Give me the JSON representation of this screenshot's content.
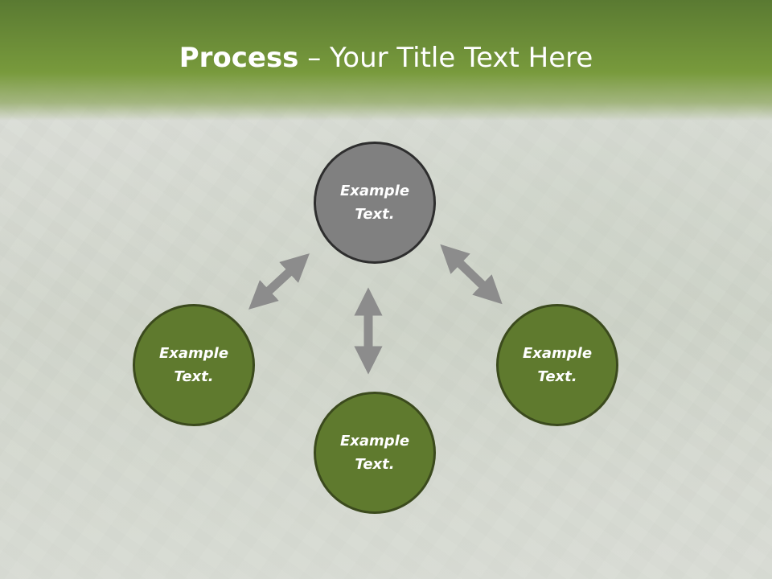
{
  "title": {
    "bold": "Process",
    "rest": " – Your Title Text Here"
  },
  "nodes": {
    "top": "Example Text.",
    "left": "Example Text.",
    "right": "Example Text.",
    "bottom": "Example Text."
  },
  "colors": {
    "title_band": "#6b8b34",
    "node_green": "#5f7a2e",
    "node_grey": "#808080",
    "arrow": "#8c8c8c"
  }
}
